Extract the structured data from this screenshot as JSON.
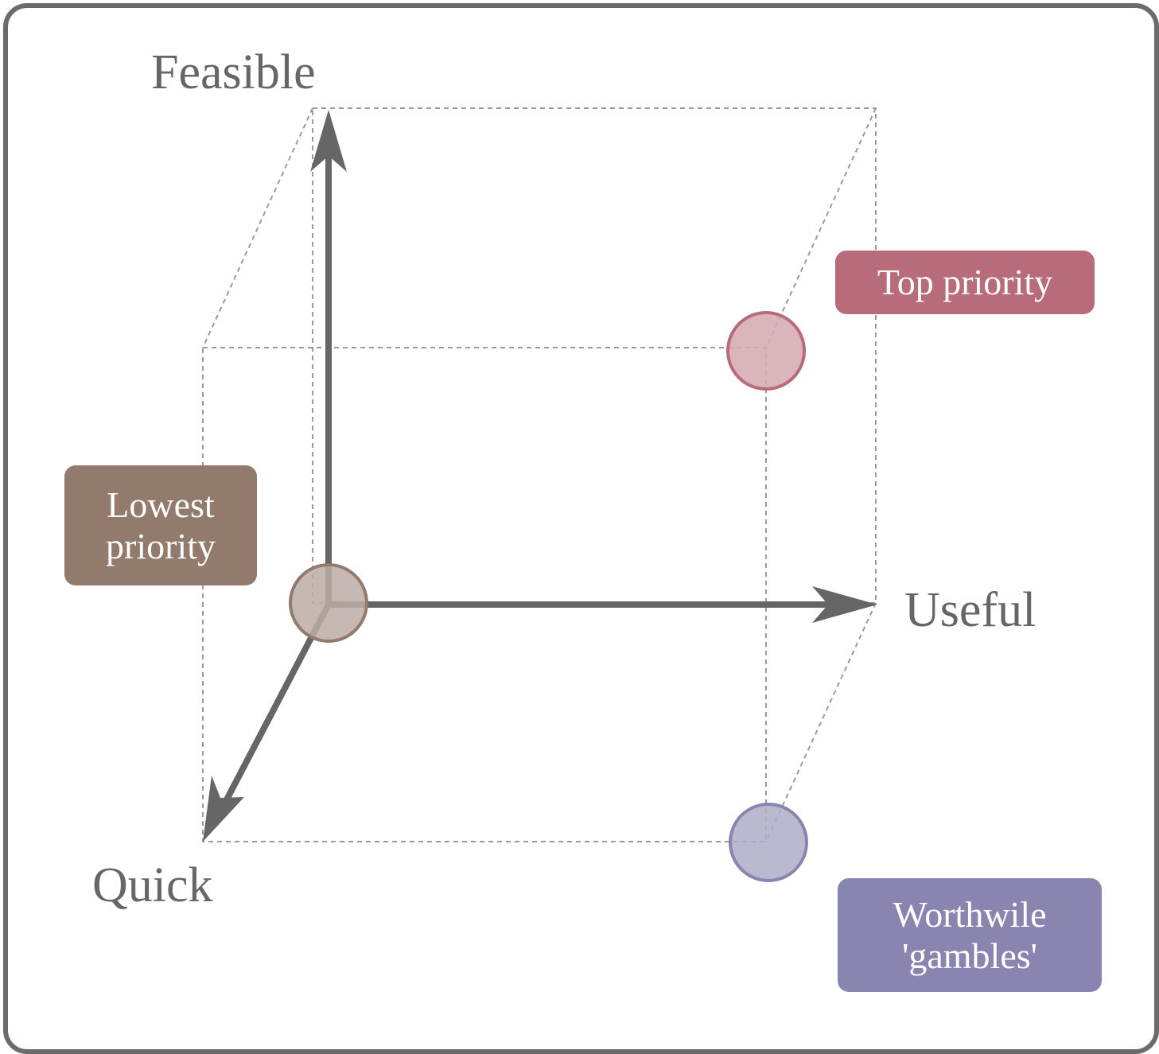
{
  "axes": {
    "feasible": "Feasible",
    "useful": "Useful",
    "quick": "Quick"
  },
  "tags": {
    "top_priority": {
      "lines": [
        "Top priority"
      ],
      "color": "#b86b78"
    },
    "lowest_priority": {
      "lines": [
        "Lowest",
        "priority"
      ],
      "color": "#927a6c"
    },
    "worthwile_gambles": {
      "lines": [
        "Worthwile",
        "'gambles'"
      ],
      "color": "#8886b0"
    }
  },
  "points": {
    "top_priority": {
      "fill": "#d4a9b0",
      "stroke": "#b86b78"
    },
    "lowest_priority": {
      "fill": "#bbada5",
      "stroke": "#927a6c"
    },
    "worthwile_gambles": {
      "fill": "#aeadc8",
      "stroke": "#8886b0"
    }
  },
  "colors": {
    "axis": "#666666",
    "guide": "#9a9a9a",
    "frame": "#6b6b6b"
  }
}
